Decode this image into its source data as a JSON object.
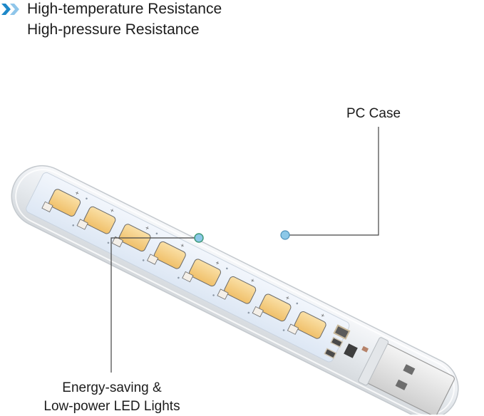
{
  "features": {
    "icon": "double-chevron-right-icon",
    "lines": [
      "High-temperature Resistance",
      "High-pressure Resistance"
    ]
  },
  "callouts": {
    "pc_case": {
      "label": "PC Case",
      "dot_color": "#8cc8e8"
    },
    "led": {
      "label_line1": "Energy-saving &",
      "label_line2": "Low-power LED Lights",
      "dot_color": "#8cc8e8"
    }
  },
  "product": {
    "name": "USB LED stick light",
    "led_count": 8,
    "led_color": "#f5cf85",
    "pcb_color": "#e8f0fa",
    "case_color": "#eef1f4"
  },
  "colors": {
    "chevron_dark": "#1e88c8",
    "chevron_light": "#8fc6ea",
    "callout_line": "#444444"
  }
}
